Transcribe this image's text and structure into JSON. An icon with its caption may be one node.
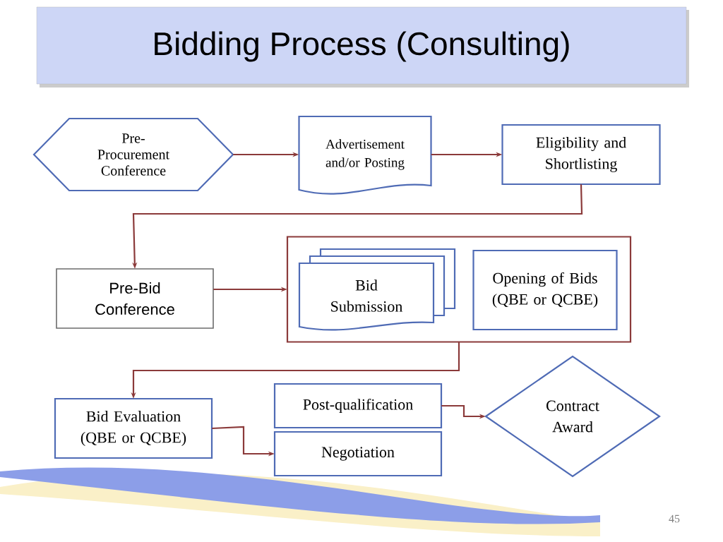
{
  "diagram": {
    "title": "Bidding Process (Consulting)",
    "nodes": [
      {
        "text": [
          "Pre- Procurement Conference"
        ]
      },
      {
        "text": [
          "Advertisement and/or Posting"
        ]
      },
      {
        "text": [
          "Eligibility and Shortlisting"
        ]
      },
      {
        "text": [
          "Pre-Bid Conference"
        ]
      },
      {
        "text": [],
        "shape": "box"
      },
      {
        "text": [
          "Bid Submission"
        ],
        "in": 4
      },
      {
        "text": [
          "Opening of Bids (QBE or QCBE)"
        ],
        "in": 4
      },
      {
        "text": [
          "Bid Evaluation (QBE or QCBE)"
        ]
      },
      {
        "text": [
          "Post-qualification"
        ]
      },
      {
        "text": [
          "Negotiation"
        ]
      },
      {
        "text": [
          "Contract Award"
        ]
      }
    ],
    "edges": [
      {
        "from": 0,
        "to": 1,
        "arrow": "to"
      },
      {
        "from": 1,
        "to": 2,
        "arrow": "to"
      },
      {
        "from": 2,
        "to": 3,
        "arrow": "to"
      },
      {
        "from": 3,
        "to": 4,
        "arrow": "to"
      },
      {
        "from": 4,
        "to": 7,
        "arrow": "to"
      },
      {
        "from": 7,
        "to": 9,
        "arrow": "to"
      },
      {
        "from": 8,
        "to": 10,
        "arrow": "to"
      }
    ],
    "labels": [
      "45"
    ]
  }
}
